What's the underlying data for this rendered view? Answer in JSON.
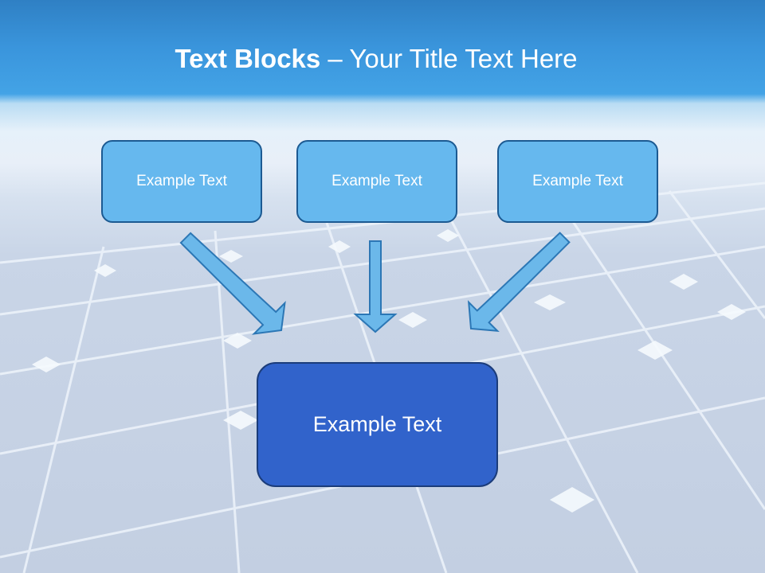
{
  "slide": {
    "title_bold": "Text Blocks",
    "title_separator": " – ",
    "title_rest": "Your Title Text Here"
  },
  "blocks": {
    "top": [
      {
        "text": "Example Text"
      },
      {
        "text": "Example Text"
      },
      {
        "text": "Example Text"
      }
    ],
    "main": {
      "text": "Example Text"
    }
  },
  "colors": {
    "title_band": "#3a95dc",
    "top_box_fill": "#66b8ee",
    "main_box_fill": "#3163cb",
    "arrow_fill": "#6bb8ea"
  }
}
